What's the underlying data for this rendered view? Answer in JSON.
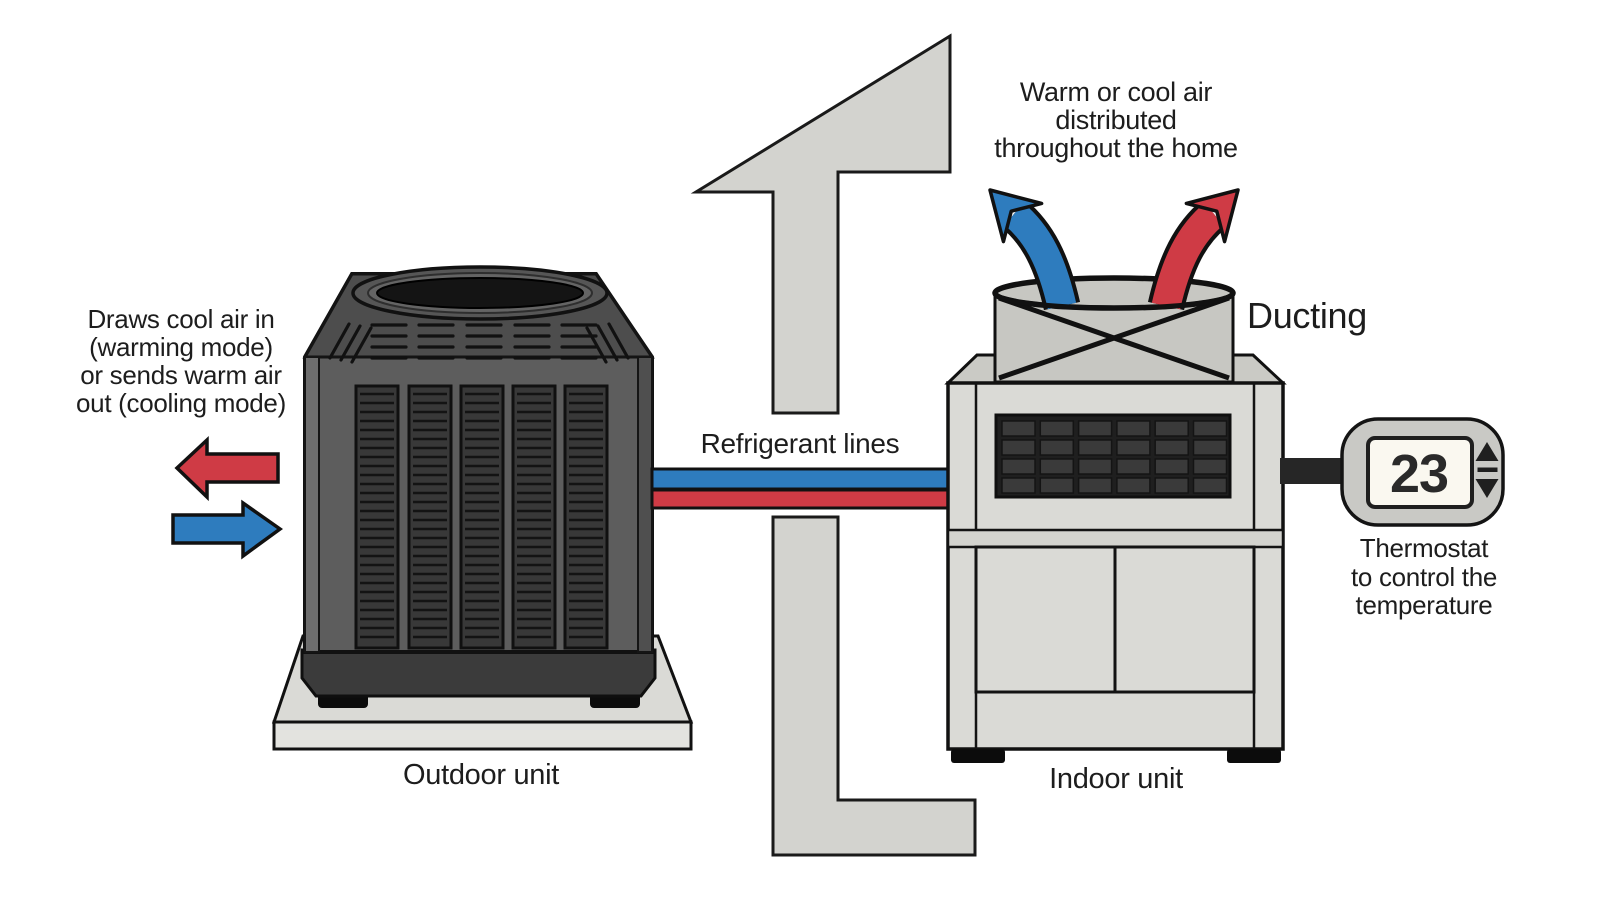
{
  "diagram": {
    "colors": {
      "cool_blue": "#2e7cbe",
      "warm_red": "#cf3b45",
      "duct_gray": "#d3d3cf",
      "pad_gray": "#dadad6",
      "indoor_body_gray": "#dadad6",
      "outdoor_body_gray": "#5d5d5d",
      "outline_black": "#141414"
    }
  },
  "outdoor_unit": {
    "label": "Outdoor unit",
    "airflow_note_lines": [
      "Draws cool air in",
      "(warming mode)",
      "or sends warm air",
      "out (cooling mode)"
    ]
  },
  "refrigerant_lines": {
    "label": "Refrigerant lines"
  },
  "indoor_unit": {
    "label": "Indoor unit",
    "ducting_label": "Ducting",
    "distribution_note_lines": [
      "Warm or cool air",
      "distributed",
      "throughout the home"
    ]
  },
  "thermostat": {
    "temperature_display": "23",
    "note_lines": [
      "Thermostat",
      "to control the",
      "temperature"
    ]
  }
}
